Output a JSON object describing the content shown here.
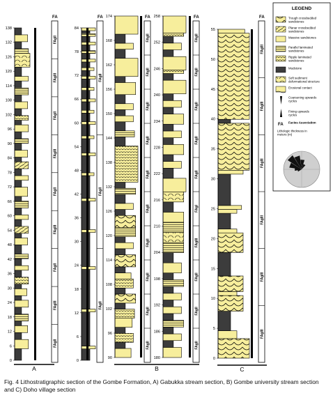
{
  "figure": {
    "caption": "Fig. 4 Lithostratigraphic section of the Gombe Formation,  A) Gabukka stream section, B) Gombe university stream section and C) Doho village section",
    "fa_header": "FA",
    "section_labels": [
      "A",
      "B",
      "C"
    ],
    "colors": {
      "sandstone": "#f7ee9c",
      "mudstone": "#3c3c3c",
      "outline": "#000000",
      "background": "#ffffff",
      "rose_bg": "#cfcfcf"
    }
  },
  "legend": {
    "title": "LEGEND",
    "items": [
      {
        "label": "Trough crossbedded sandstones",
        "pattern": "trough"
      },
      {
        "label": "Planar crossbedded sandstones",
        "pattern": "planar"
      },
      {
        "label": "Massive sandstones",
        "pattern": "massive"
      },
      {
        "label": "Parallel laminated sandstones",
        "pattern": "parallel"
      },
      {
        "label": "Ripple laminated sandstones",
        "pattern": "ripple"
      },
      {
        "label": "Mudstone",
        "pattern": "mudstone"
      },
      {
        "label": "Soft sediment deformational structure",
        "pattern": "softsed"
      },
      {
        "label": "Erosional contact",
        "pattern": "erosional"
      },
      {
        "label": "Coarsening upwards cycles",
        "pattern": "coarsening"
      },
      {
        "label": "Fining upwards cycles",
        "pattern": "fining"
      },
      {
        "label": "Facies Association",
        "pattern": "fa"
      },
      {
        "label": "Lithologic thickness in meters (m)",
        "pattern": "text"
      }
    ]
  },
  "columns": [
    {
      "id": "A1",
      "ticks": [
        "0",
        "6",
        "12",
        "18",
        "24",
        "30",
        "36",
        "42",
        "48",
        "54",
        "60",
        "66",
        "72",
        "78",
        "84",
        "90",
        "96",
        "102",
        "108",
        "114",
        "120",
        "126",
        "132",
        "138"
      ],
      "fa_labels": [
        "FAgII",
        "FAgIII",
        "FAgII",
        "FAgIII",
        "FAgII",
        "FAgIII",
        "FAgII",
        "FAgIII",
        "FAgII"
      ]
    },
    {
      "id": "A2",
      "ticks": [
        "0",
        "6",
        "12",
        "18",
        "24",
        "30",
        "36",
        "42",
        "48",
        "54",
        "60",
        "66",
        "72",
        "78",
        "84"
      ],
      "fa_labels": [
        "FAgII",
        "FAgII",
        "FAgII"
      ]
    },
    {
      "id": "B1",
      "ticks": [
        "90",
        "96",
        "102",
        "108",
        "114",
        "120",
        "126",
        "132",
        "138",
        "144",
        "150",
        "156",
        "162",
        "168",
        "174"
      ],
      "fa_labels": [
        "FAgII",
        "FAgII",
        "FAgII",
        "FAgII",
        "FAgII",
        "FAgII",
        "FAgII",
        "FAgII",
        "FAgII",
        "FAgII"
      ]
    },
    {
      "id": "B2",
      "ticks": [
        "180",
        "186",
        "192",
        "198",
        "204",
        "210",
        "216",
        "222",
        "228",
        "234",
        "240",
        "246",
        "252",
        "258"
      ],
      "fa_labels": [
        "FAgII",
        "FAgII",
        "FAgII",
        "FAgIII",
        "FAgI",
        "FAgII",
        "FAgII",
        "FAgII",
        "FAgII",
        "FAgII"
      ]
    },
    {
      "id": "C",
      "ticks": [
        "0",
        "5",
        "10",
        "15",
        "20",
        "25",
        "30",
        "35",
        "40",
        "45",
        "50",
        "55"
      ],
      "fa_labels": [
        "FAgIII",
        "FAgIII",
        "FAgIII",
        "FAgIII",
        "FAgIII",
        "FAgIII"
      ]
    }
  ]
}
